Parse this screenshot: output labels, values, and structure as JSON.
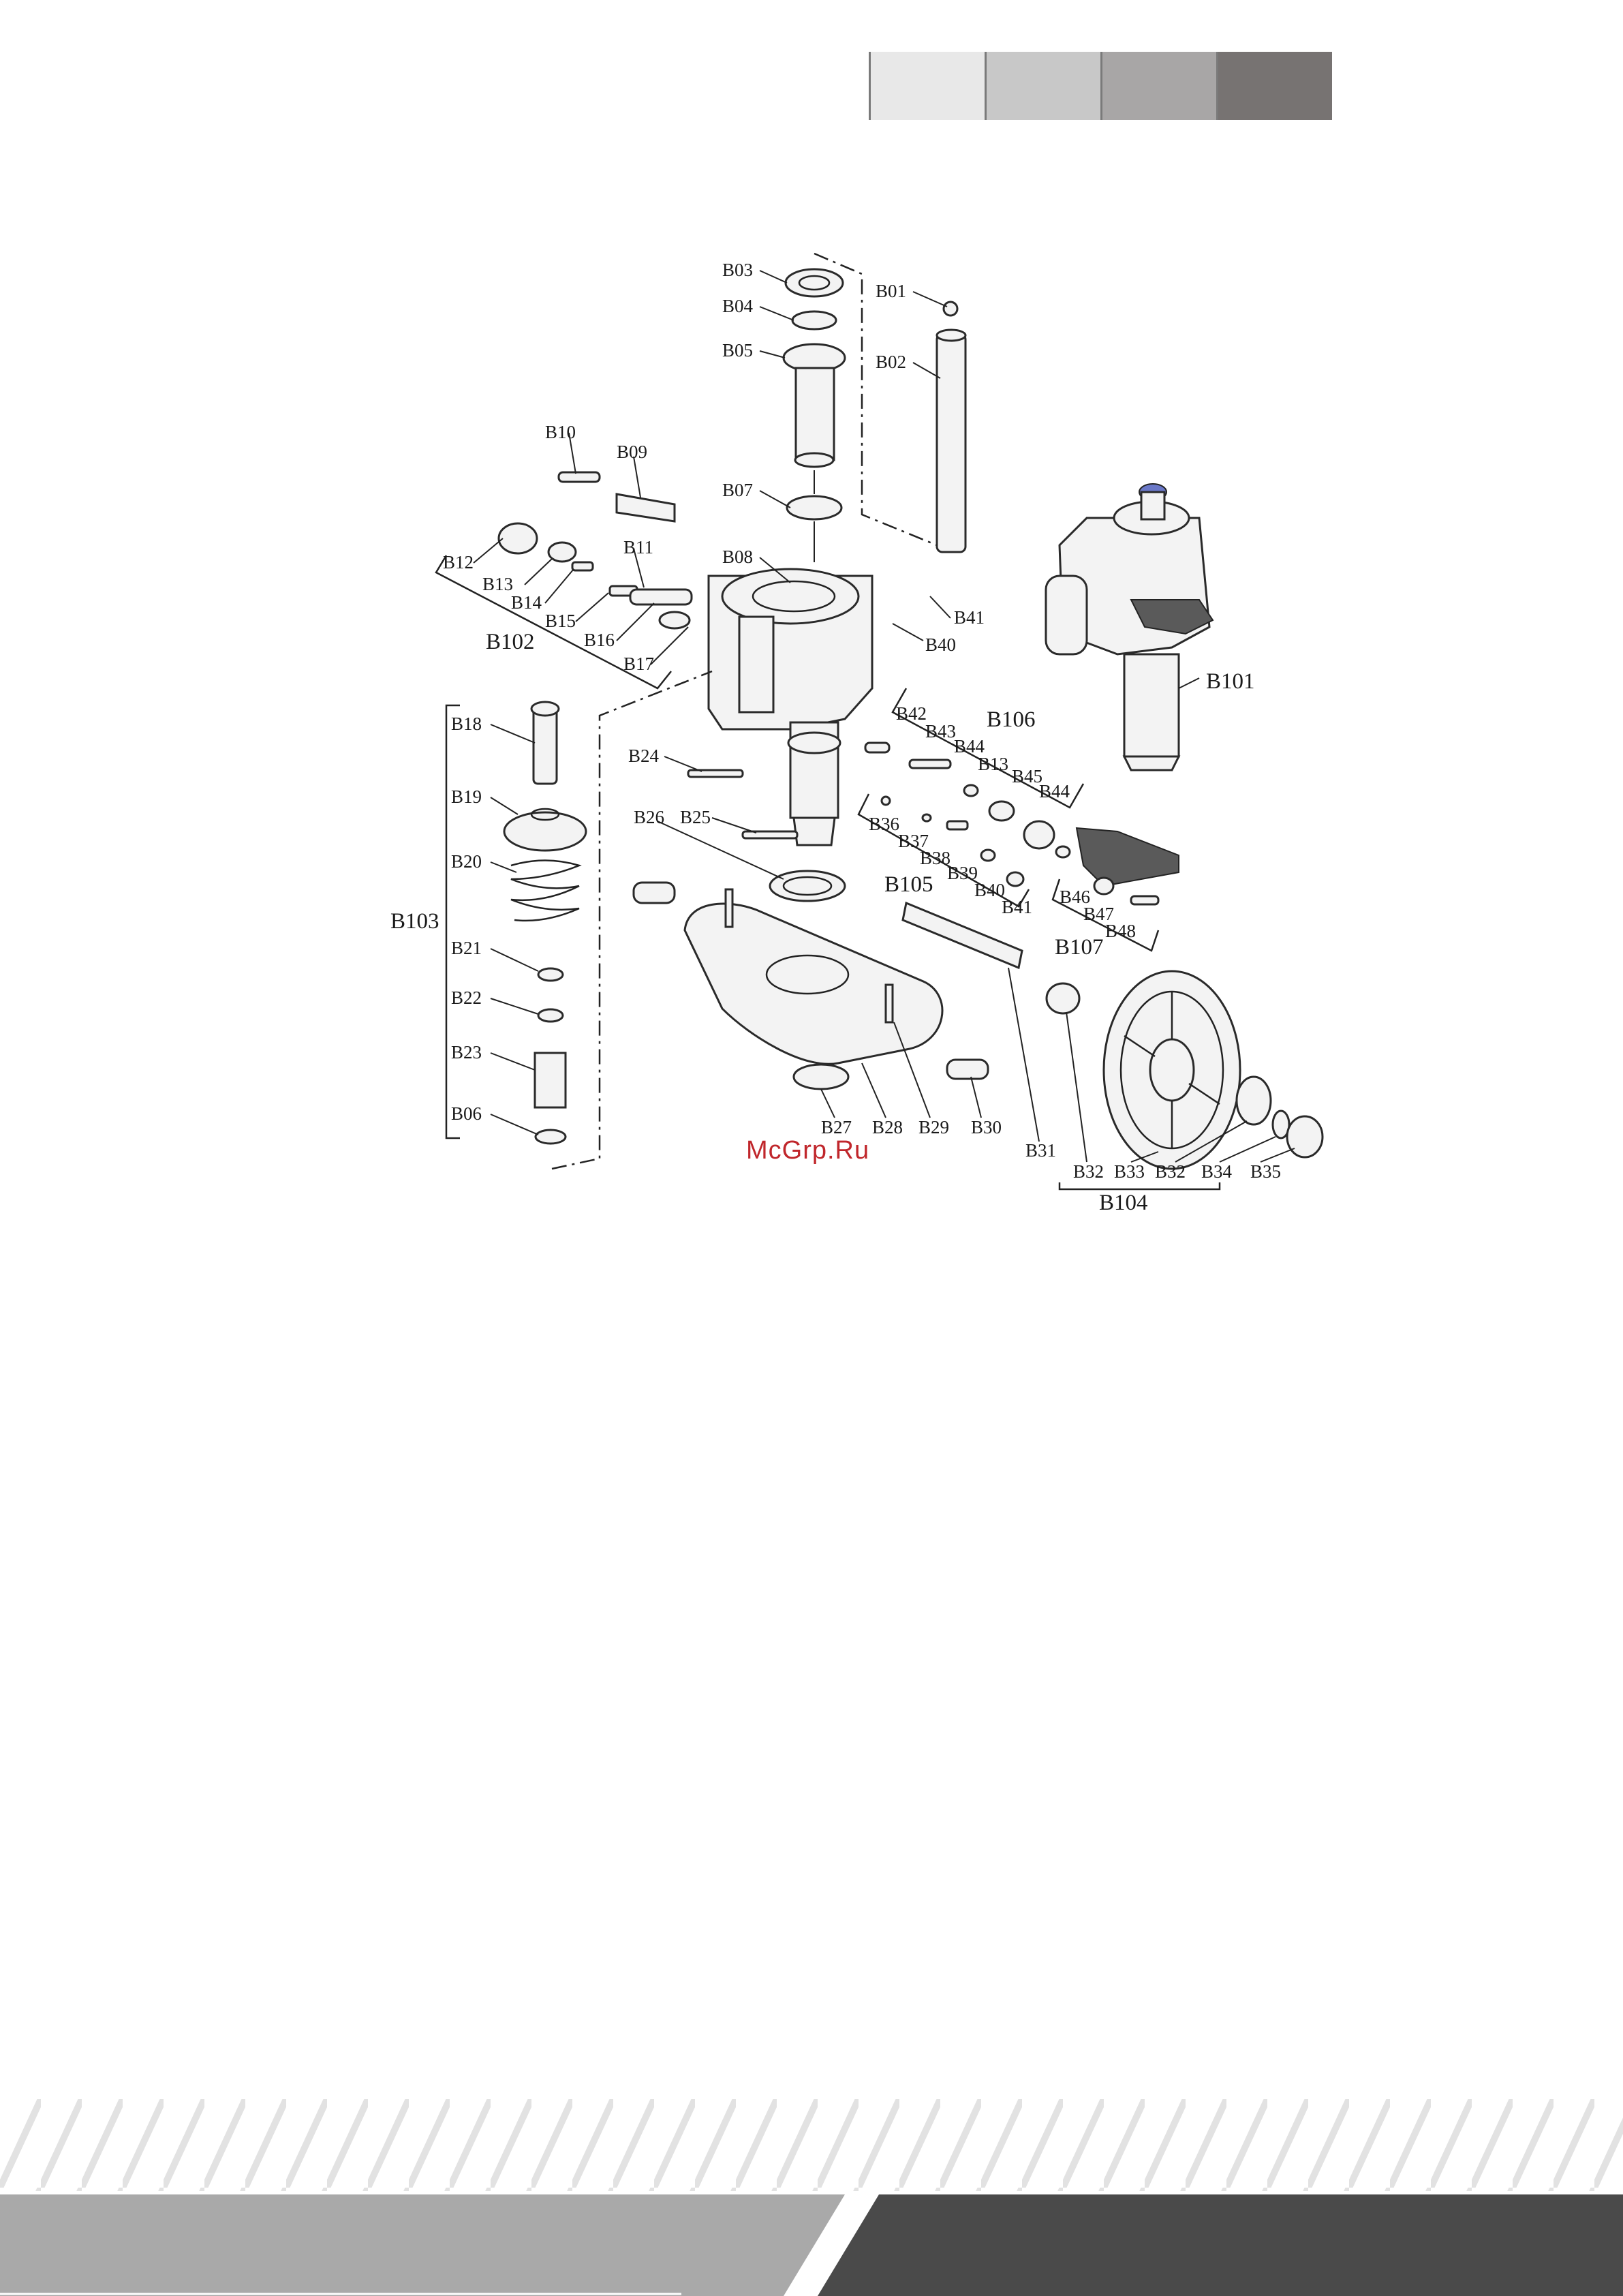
{
  "header": {
    "swatch_colors": [
      "#e8e8e8",
      "#c8c8c8",
      "#a8a6a6",
      "#777372"
    ]
  },
  "watermark": "McGrp.Ru",
  "labels": {
    "B01": "B01",
    "B02": "B02",
    "B03": "B03",
    "B04": "B04",
    "B05": "B05",
    "B06": "B06",
    "B07": "B07",
    "B08": "B08",
    "B09": "B09",
    "B10": "B10",
    "B11": "B11",
    "B12": "B12",
    "B13a": "B13",
    "B13b": "B13",
    "B14": "B14",
    "B15": "B15",
    "B16": "B16",
    "B17": "B17",
    "B18": "B18",
    "B19": "B19",
    "B20": "B20",
    "B21": "B21",
    "B22": "B22",
    "B23": "B23",
    "B24": "B24",
    "B25": "B25",
    "B26": "B26",
    "B27": "B27",
    "B28": "B28",
    "B29": "B29",
    "B30": "B30",
    "B31": "B31",
    "B32a": "B32",
    "B32b": "B32",
    "B33": "B33",
    "B34": "B34",
    "B35": "B35",
    "B36": "B36",
    "B37": "B37",
    "B38": "B38",
    "B39": "B39",
    "B40a": "B40",
    "B40b": "B40",
    "B41a": "B41",
    "B41b": "B41",
    "B42": "B42",
    "B43": "B43",
    "B44a": "B44",
    "B44b": "B44",
    "B45": "B45",
    "B46": "B46",
    "B47": "B47",
    "B48": "B48"
  },
  "groups": {
    "B101": "B101",
    "B102": "B102",
    "B103": "B103",
    "B104": "B104",
    "B105": "B105",
    "B106": "B106",
    "B107": "B107"
  },
  "footer": {
    "band_light": "#a9a9a9",
    "band_dark": "#4a4a4a"
  }
}
